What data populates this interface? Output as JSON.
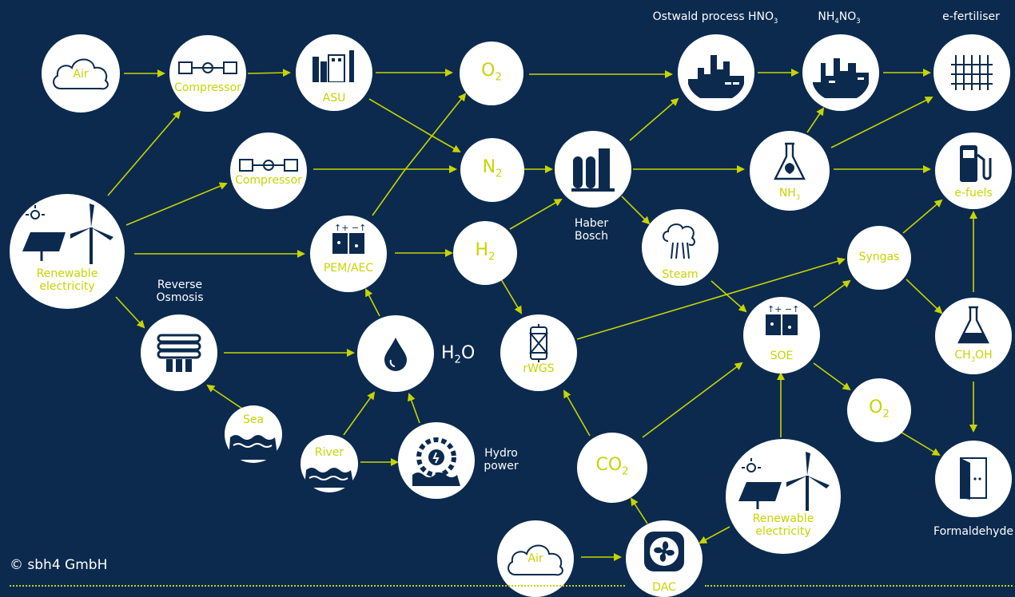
{
  "colors": {
    "background": "#0b2a4e",
    "accent": "#c8d400",
    "node": "#ffffff",
    "icon": "#0b2a4e"
  },
  "labels": {
    "air_top": "Air",
    "compressor_top": "Compressor",
    "asu": "ASU",
    "o2_top": "O",
    "o2_top_sub": "2",
    "ostwald": "Ostwald process HNO",
    "ostwald_sub": "3",
    "nh4no3_a": "NH",
    "nh4no3_b": "4",
    "nh4no3_c": "NO",
    "nh4no3_d": "3",
    "efertiliser": "e-fertiliser",
    "compressor_mid": "Compressor",
    "n2": "N",
    "n2_sub": "2",
    "nh3": "NH",
    "nh3_sub": "3",
    "efuels": "e-fuels",
    "renewable_left_1": "Renewable",
    "renewable_left_2": "electricity",
    "pem": "PEM/AEC",
    "h2": "H",
    "h2_sub": "2",
    "haber_1": "Haber",
    "haber_2": "Bosch",
    "steam": "Steam",
    "syngas": "Syngas",
    "reverse_1": "Reverse",
    "reverse_2": "Osmosis",
    "h2o_a": "H",
    "h2o_b": "2",
    "h2o_c": "O",
    "rwgs": "rWGS",
    "soe": "SOE",
    "ch3oh_a": "CH",
    "ch3oh_b": "3",
    "ch3oh_c": "OH",
    "o2_right": "O",
    "o2_right_sub": "2",
    "sea": "Sea",
    "river": "River",
    "hydro_1": "Hydro",
    "hydro_2": "power",
    "co2": "CO",
    "co2_sub": "2",
    "renewable_right_1": "Renewable",
    "renewable_right_2": "electricity",
    "formaldehyde": "Formaldehyde",
    "air_bottom": "Air",
    "dac": "DAC",
    "copyright": "© sbh4 GmbH"
  }
}
